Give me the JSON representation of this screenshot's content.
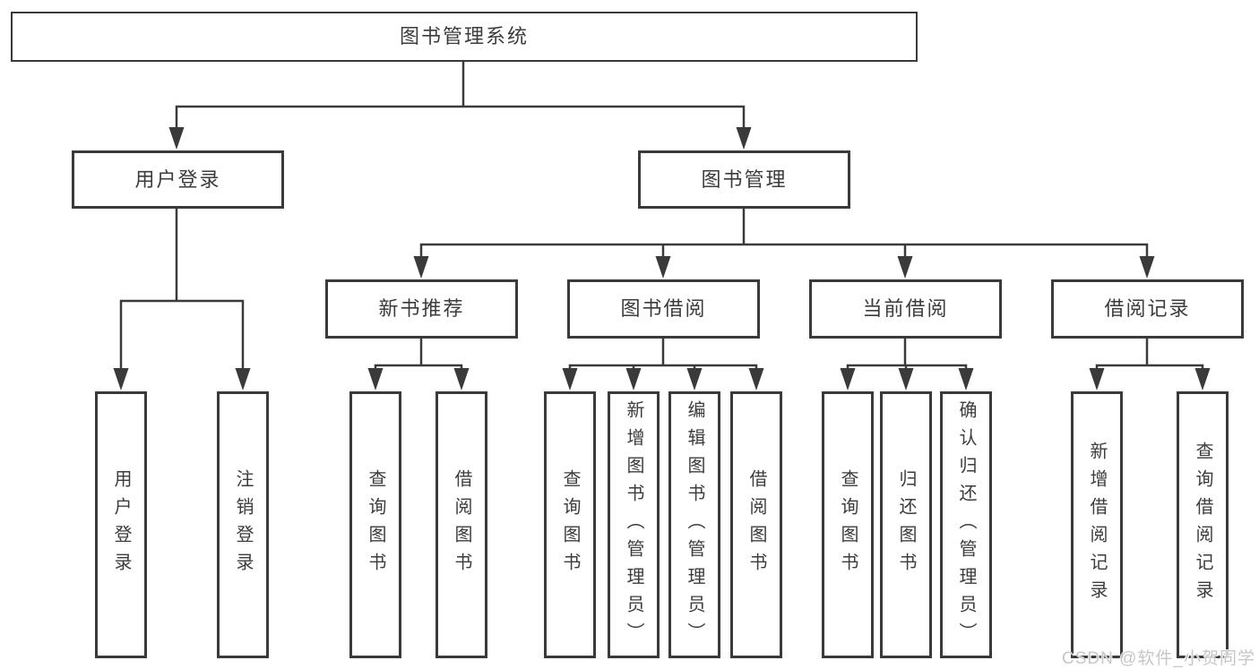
{
  "diagram": {
    "root": {
      "label": "图书管理系统"
    },
    "branches": [
      {
        "label": "用户登录",
        "children": [
          {
            "label": "用户登录"
          },
          {
            "label": "注销登录"
          }
        ]
      },
      {
        "label": "图书管理",
        "children": [
          {
            "label": "新书推荐",
            "children": [
              {
                "label": "查询图书"
              },
              {
                "label": "借阅图书"
              }
            ]
          },
          {
            "label": "图书借阅",
            "children": [
              {
                "label": "查询图书"
              },
              {
                "label": "新增图书（管理员）"
              },
              {
                "label": "编辑图书（管理员）"
              },
              {
                "label": "借阅图书"
              }
            ]
          },
          {
            "label": "当前借阅",
            "children": [
              {
                "label": "查询图书"
              },
              {
                "label": "归还图书"
              },
              {
                "label": "确认归还（管理员）"
              }
            ]
          },
          {
            "label": "借阅记录",
            "children": [
              {
                "label": "新增借阅记录"
              },
              {
                "label": "查询借阅记录"
              }
            ]
          }
        ]
      }
    ],
    "watermark": "CSDN @软件_小贺同学",
    "colors": {
      "line": "#3a3a3a",
      "text": "#3c3c3c",
      "background": "#ffffff",
      "watermark": "#c7c7c7"
    }
  }
}
